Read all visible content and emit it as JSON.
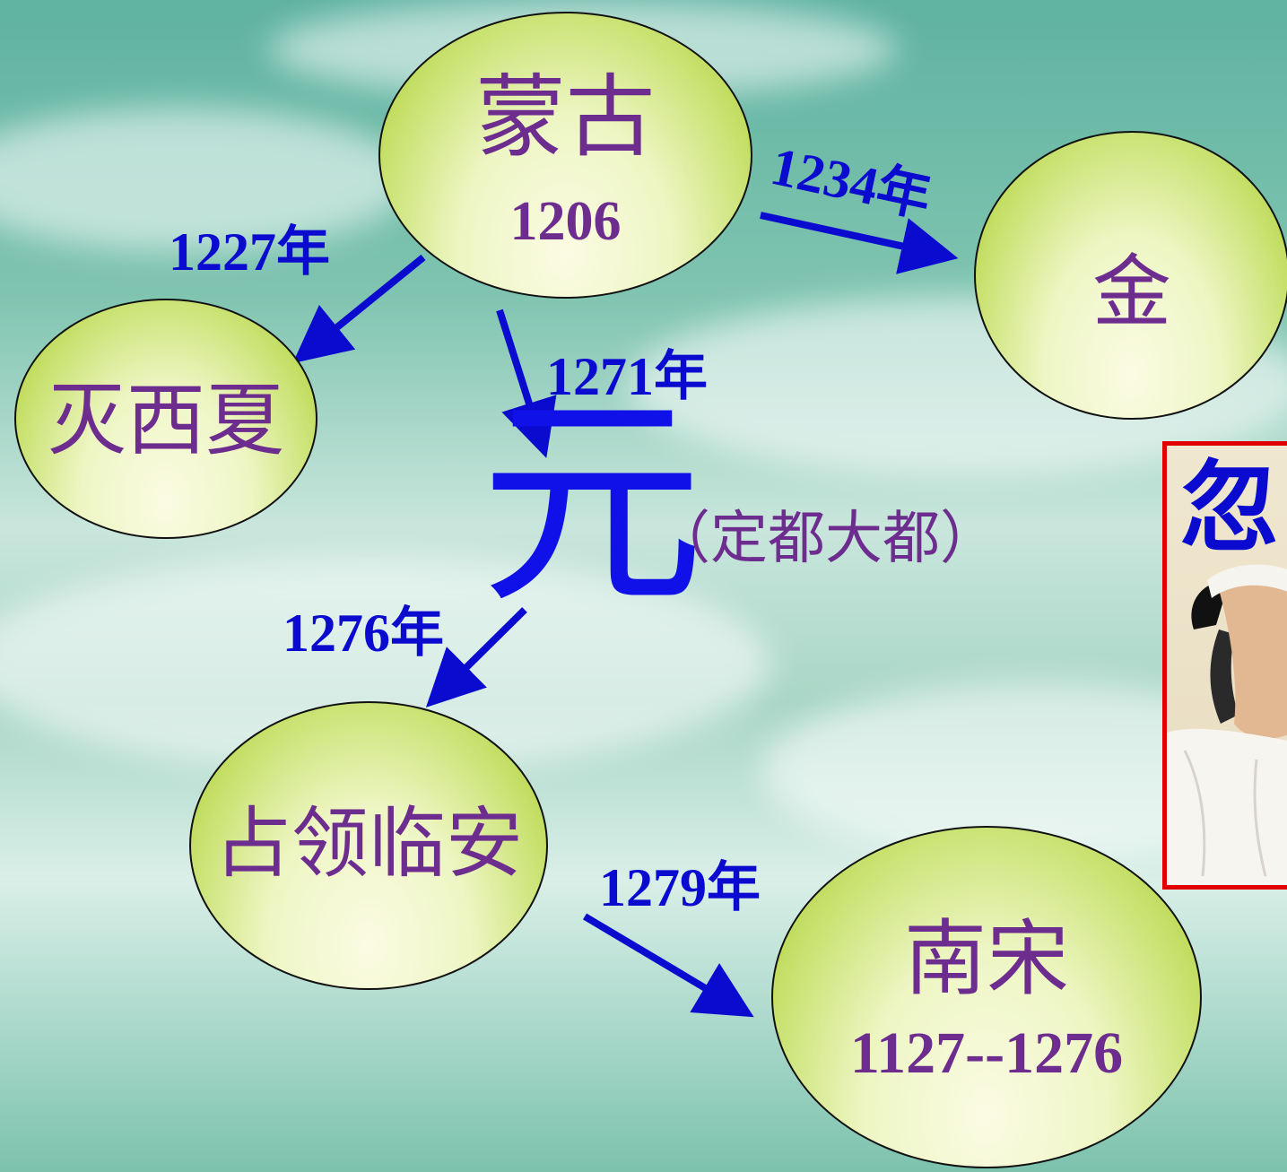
{
  "nodes": {
    "mongol": {
      "name": "蒙古",
      "year": "1206"
    },
    "xixia": {
      "name": "灭西夏"
    },
    "jin": {
      "name": "金"
    },
    "linan": {
      "name": "占领临安"
    },
    "nansong": {
      "name": "南宋",
      "years": "1127--1276"
    }
  },
  "center": {
    "title": "元",
    "note": "（定都大都）"
  },
  "edges": {
    "to_xixia": "1227年",
    "to_jin": "1234年",
    "to_yuan": "1271年",
    "to_linan": "1276年",
    "to_nansong": "1279年"
  },
  "portrait": {
    "caption": "忽"
  },
  "colors": {
    "arrow": "#0b0bd0",
    "node_text": "#6d2d8e",
    "portrait_border": "#e00000"
  }
}
